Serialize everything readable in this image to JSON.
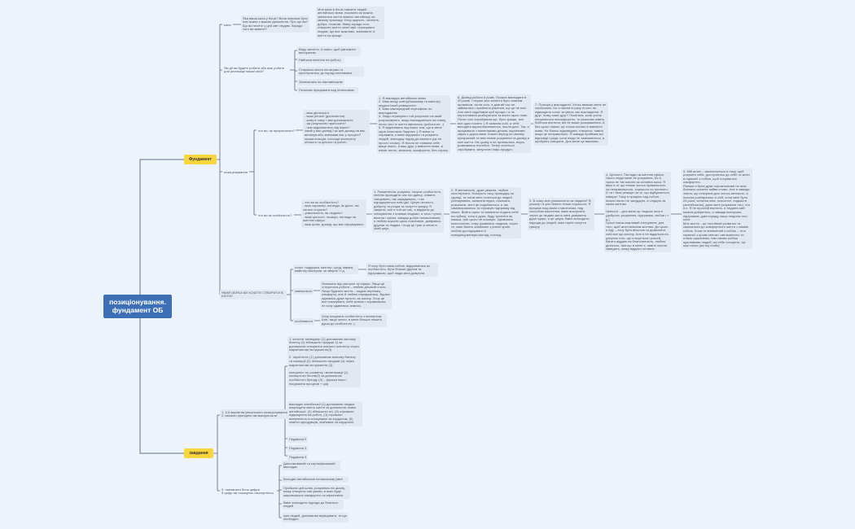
{
  "root": "позиціонування. фундамент ОБ",
  "branches": {
    "foundation": "Фундамент",
    "tasks": "завдання"
  },
  "mission": {
    "label": "місія",
    "question": "Яка ваша місія у блозі? Вона повинна бути пов`язана з вашою діяльністю. Про що ви? Що ви несете у цей світ людям. Заради чого ви живете?",
    "answer": "Моя місія в блозі навчити людей англійської мови, показати як можна змінитися життя знаючи англійську на своєму прикладі. Несу щирість, чесність, добро, позитив. Живу заради того, створити життя своєї мрії, показувати людям, що все можливо, змінювати їх життя на краще."
  },
  "actions": {
    "label": "Які дії ви будете робити або вже робите для реалізації вашої місії?",
    "items": [
      "Веду заняття, їх мало, щоб умножити велоранию.",
      "Найняла вчителя на роботу",
      "Стараюсь вести інстаграм та прислухатись до порад наставника",
      "Записалась на наставництво",
      "Починаю працювати над інтенсивом"
    ]
  },
  "positioning": {
    "label": "позиціонування",
    "pro": {
      "label": "хто ви, як професіонал?",
      "questions": "- ваш діяльності\n- ваші регалії (досягнення)\n- кому в чому і чим допомагаєте\n- які результати приносите?\n- чим відрізняєтесь від інших?\n•який у вас досвід? як цей досвід на вас вплинув або змінював вас у процесі?\n•ваша позиція, погляди експертну область та цінності в роботі.",
      "answers": [
        "1. Я викладач англійської мови\n2. Маю вищу освіту(бакалавр та магістр) педагогічний університет\n3. Маю міжнародний сертифікат по викладанню\n4. Люди отримують той результат на який розраховують, якщо викладаються на повну, після чого їх життя змінилось (робота,ел...)\n5. Я відрізняюсь від інших тим, що в мене одна Анастасія Ладенко :) Я жива та справжня, я вмію відчувати та розуміти людей, знаходжу підхід до кожного (це не просто слова). Я ніколи не ставила себе вище інших, я ваш друг у вивченні мови, зі мною тепло, затишно, комфортно, без страху.",
        "6. Досвід роботи 6 років. Почала викладати в 20 років. І перше моє заняття було повним провалом, після чого, я довгий час не займалась і прийняла рішення, що це не моє. Але мені подобався цей процес і я не переставала розбиратися та вчити щось нове. Після чого спробувала ще, було краще, але все одно погано :) Я сказала собі, а тебе виходить вдосконалюватись, пішла далі. Так, я працювала з маленькими дітьми, підлітками зараз з дорослими. Кожен період по своєму прекрасний та вніс певне розуміння та досвід в моє життя. На цьому я не зупинялась, вчусь, розвиваюсь постійно. Тепер хочеться спробувати, запустити інфо-продукт.",
        "7. Позиція у викладанні. Хтось вважає мене не серйозною. Бо я ніколи ні разу ні кого не підвищила голос за увесь час викладання. Я друг. Чому саме друг? Помітила, коли учень почувається некомфортно, то можливо навіть бойтися вчителя, він не може розкриватися. А без цього ніяких, це тільки погано в вивченні мови. Не боюсь відповідати, говорити, навіть якщо це неправильно. Я завжди приймаю всі відповіді і рада, коли люди не замикаються, а пробують говорити. Для мене це важливо."
      ]
    },
    "person": {
      "label": "хто ви як особистість?",
      "questions": "- хто ви як особистість?\n- ваш характер, погляди, як діяте, які сильні сторони?\n- унікальність, як людини?\n- ваші цінності, позиція, погляди на життєві сфери\n- ваш шлях, досвід, що вас сформувало",
      "answers": [
        "1. Романтична, розумна, творча особистість, люблю проводити час на одинці, співати, танцювати, так заряджаюсь, і так народжуються нові ідеї. Ціную чесність, доброту та розум та почуття гумору. Я закрита, але в той же час, я відкрита до спілкування з новими людьми, я тиха і гучна, весела і сумна, завжди добре налаштована, я люблю шукати щось позитивне, довіряюсь друзям та людям, і іноді це грає зі мною в злий жарт.",
        "2. Я меланхолік, дуже уважна, люблю спостерігати, більшість часу проводжу на одинці, та потім мені хочеться до людей (спілкування, записати відео, показати, розказати, мені це подобається, я так самовиражаюсь та отримую підтримку від інших. Вийти гарно та впевнено подати себе на публіці, хоча я дуже, буду тремтіти як мишка, але цього не показую. Цікавлюсь психологією, тому цікавлюсь людьми, через те, маю багато знайомих з різних країн, люблю досліджувати їх поведінку,манери,вигляд, погляд.",
        "3. В чому моя унікальність як людини? В усьому і в усіх багато тільки хорошого. Я працюю над своїм ставленням, над способом мислення, вмію вислухати, через це людям часто мені довіряють дуже щиро, я це ціную. Вмію знаходити підходи до людей, маю гарне почуття гумору.",
        "4. Цінності. Погляди на життєві сфери. Часто люди мене не розуміють, бо я трохи не так мислю як основна маса. Я вірю в те що немає чогось правильного чи неправильного, хорошого чи поганого. Є ти і твоя реакція на те, що відбувається навкруг. Тому я працюю над собою, ніколи нікого не засуджую, а слідкую за своїм життям.\n\nЦінності – для мене це людські якості (доброта, розуміння, підтримка, любов і т. д.)\nГроші також важливий інструмент, для того, щоб жити вільним життям. До цього я йду – хочу бути вільною та дозволяти собі все що захочу. Але я не віддільна на рахунок того, що стосується грошей, багато віддаю на благочинність, люблю ділитися, тим що в мене є, навіть інколи завадить, можу віддати останнє.",
        "5. Мій шлях – заключається в тому, щоб розуміти себе, дослухатись до себе та жити в гармонії з собою, щоб почуватись комфортно.\nРаніше я була дуже сором'язлива та тиха, боялась сказати зайве слово. Але я завжди знала, що створена для чогось великого, я почала розбиратись в собі, коли мені було 24 роки, читання книг, психологі, подкасти (англійською), дали мені розуміння того, хто я є. Я не простий вчитель, я людина якій можна довіритись, я завжди вислухаю, підтримаю, дам пораду, якщо людина того хоче.\nМоє життя – це постійний розвиток та самоаналіз до комфортного життя з самим собою. Коли ти впевнений з собою – ти в гармонії з цілим світом і автоматично ти стаєш щасливим, тим самим робиш щасливими людей, які тебе оточують. Це моє гасло (ам my motto)"
      ]
    }
  },
  "image": {
    "label": "ЯКИЙ ОБРАЗ ВИ ХОЧЕТЕ СТВОРИТИ В БЛОЗІ?",
    "items": [
      {
        "label": "голос: подружка, ментор, сусід, мамка, майстер вислухає чи зверне і т.д",
        "answer": "Я хочу бути сама собою, відкриватись як особистість, бути більше другом та підтримкою, щоб люди мені довіряли."
      },
      {
        "label": "зовнішність",
        "answer": "Залежить від настрою та сфери. Якщо це стосується роботи – люблю діловий стиль. Якщо буденне життя – надаю перевагу комфорту, але й люблю наряджатись. Вдома одягаюсь дуже просто, як захочу. Хочу це все показувати, себе різною і справжньою, не хочу здаватись кимось."
      },
      {
        "label": "особливості",
        "answer": "Хочу поєднати особистість з експертом. Але, якщо чесно, в мене більше лежить душа до особистого :)"
      }
    ]
  },
  "tasks": {
    "t1": {
      "label": "1. 3-5 варіантів унікального позиціонування\n2. вказати принципи які використали",
      "items": [
        "1. контент менеджер (1) допомагаю малому бізнесу (2) збільшити продажі 4) за допомогою створення якісного контенту через маркетингові інструменти(3)\n\n2. таргетолог (1) допомагаю малому бізнесу та комерції (2) збільшити продажі (4) через маркетингові інструменти (3)\n\nспеціаліст по розвитку і монетизації (1) експертних блогів(2) за допомогою особистого бренду (3) – (вузька ніша і поєднання процесів + ціа)",
        "викладач англійської (1) допомагаю людям покращити якість життя за допомогою знань англійської. (2) збільшити з/п, (3) отримати підвищення на роботі, (4) отримати впевненість в спілкуванні за кордоном, (5) знайти однодумців, знайомих за кордоном.",
        "Подзвона 2",
        "Подзвона 3",
        "Подзвона 4"
      ]
    },
    "t2": {
      "label": "5. наповнити блок цифри\n5 цифр які показують експертність",
      "items": [
        "Дипломований та сертифікований викладач",
        "Володію англійською на високому рівні",
        "Пройшла цей шлях, розуміюсь на цьому, можу створити такі умови, в яких буде максимально комфортно та ефективно.",
        "Вмію знаходити підходи до багатьох людей",
        "чую людей, допомагаю вирішувати, те що необхідно"
      ]
    }
  },
  "colors": {
    "root": "#3d6fb6",
    "branch": "#f9d53e",
    "node": "#e2e8f0",
    "line": "#5a6477",
    "background": "#edf3fa"
  }
}
